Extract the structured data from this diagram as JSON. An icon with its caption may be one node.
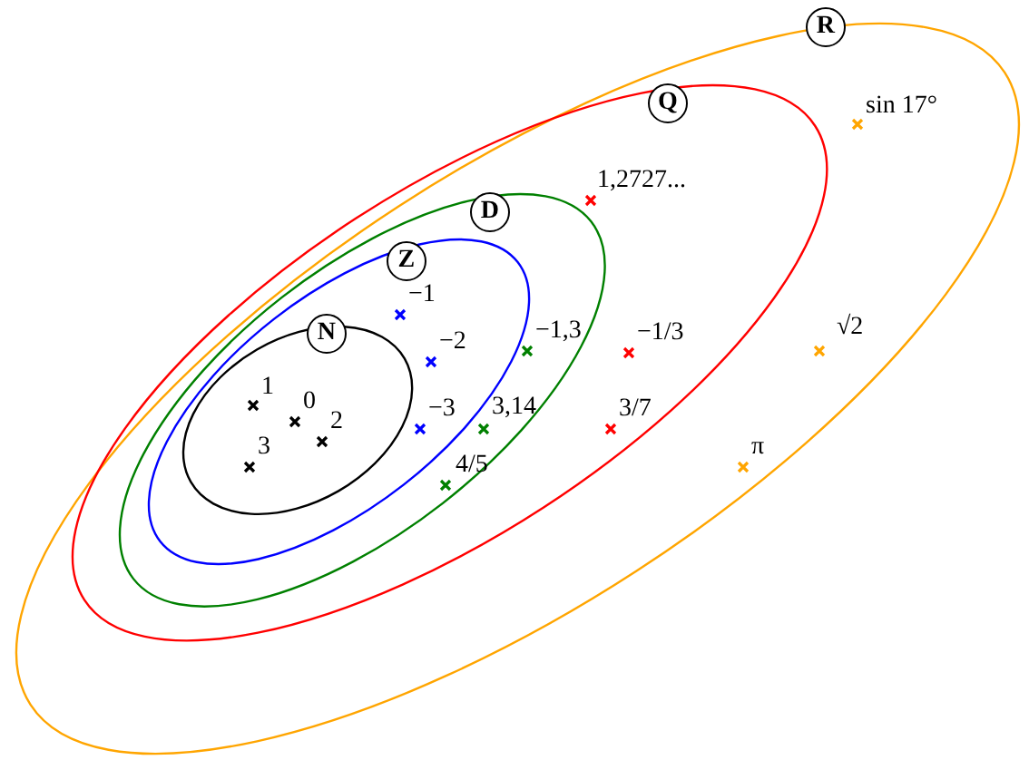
{
  "diagram": {
    "nodes": [
      {
        "text": [
          "R"
        ]
      },
      {
        "text": [
          "Q"
        ],
        "in": 0
      },
      {
        "text": [
          "D"
        ],
        "in": 1
      },
      {
        "text": [
          "Z"
        ],
        "in": 2
      },
      {
        "text": [
          "N"
        ],
        "in": 3
      }
    ],
    "labels": [
      "sin 17°",
      "√2",
      "π",
      "1,2727...",
      "−1/3",
      "3/7",
      "−1,3",
      "3,14",
      "4/5",
      "−1",
      "−2",
      "−3",
      "1",
      "0",
      "2",
      "3"
    ]
  }
}
